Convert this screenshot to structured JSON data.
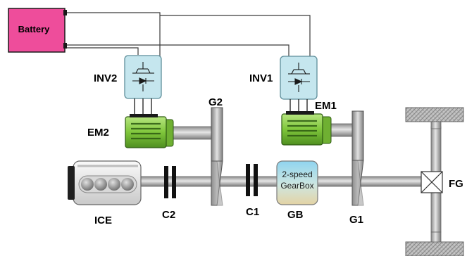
{
  "labels": {
    "battery": "Battery",
    "inv2": "INV2",
    "inv1": "INV1",
    "em2": "EM2",
    "em1": "EM1",
    "g2": "G2",
    "g1": "G1",
    "ice": "ICE",
    "c2": "C2",
    "c1": "C1",
    "gb": "GB",
    "fg": "FG",
    "gearbox_line1": "2-speed",
    "gearbox_line2": "GearBox"
  },
  "colors": {
    "battery_fill": "#ee4d9b",
    "inverter_fill": "#c5e6ee",
    "motor_fill": "#7fc63b",
    "shaft": "#a7a7a7",
    "gear": "#b6b6b6",
    "gearbox_top": "#8fd4f0",
    "gearbox_bottom": "#e3d3a4",
    "wire": "#3a3a3a"
  },
  "icons": [
    "battery-icon",
    "igbt-inverter-icon",
    "electric-motor-icon",
    "engine-icon",
    "clutch-icon",
    "gear-icon",
    "differential-icon",
    "wheel-icon"
  ]
}
